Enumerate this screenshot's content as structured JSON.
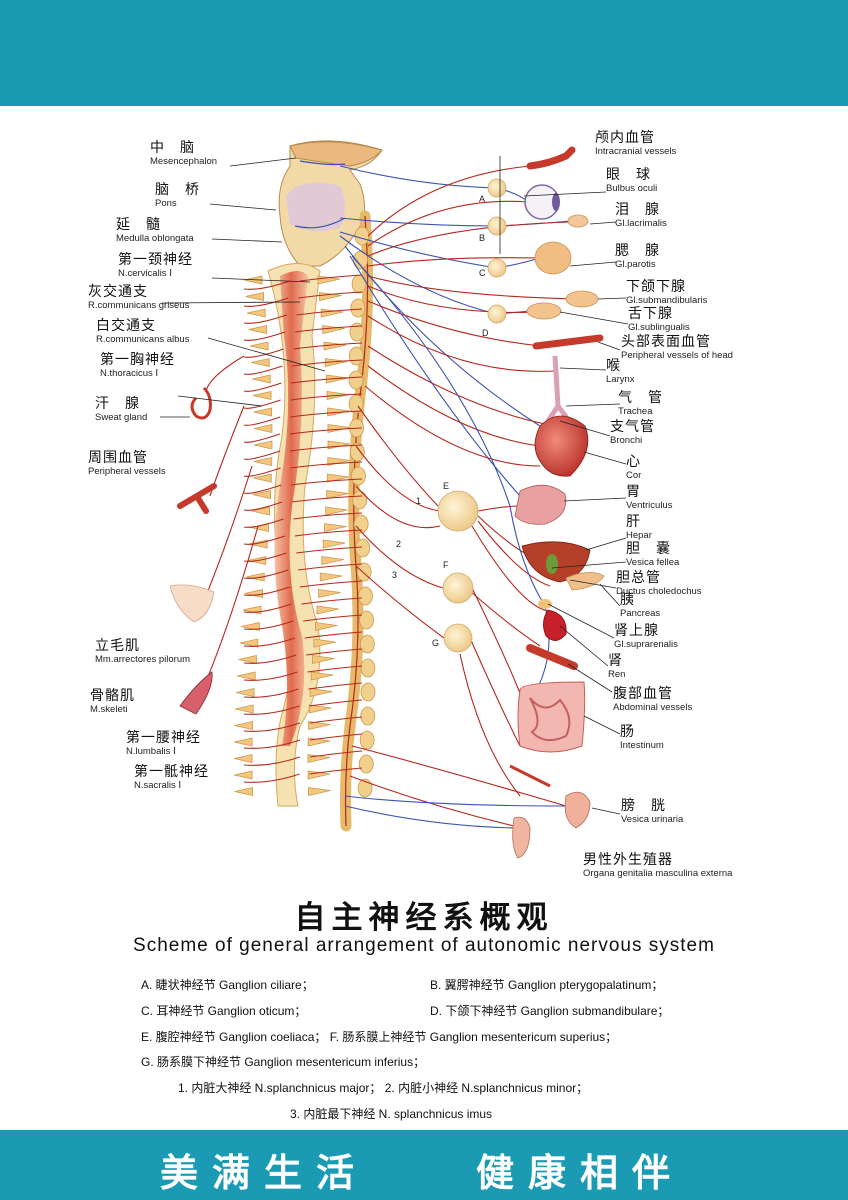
{
  "banner": {
    "slogan_left": "美满生活",
    "slogan_right": "健康相伴"
  },
  "title": {
    "cn": "自主神经系概观",
    "en": "Scheme of general arrangement of autonomic nervous system"
  },
  "ganglion_markers": [
    "A",
    "B",
    "C",
    "D",
    "E",
    "F",
    "G"
  ],
  "nerve_markers": [
    "1",
    "2",
    "3"
  ],
  "left_labels": [
    {
      "cn": "中　脑",
      "la": "Mesencephalon"
    },
    {
      "cn": "脑　桥",
      "la": "Pons"
    },
    {
      "cn": "延　髓",
      "la": "Medulla oblongata"
    },
    {
      "cn": "第一颈神经",
      "la": "N.cervicalis Ⅰ"
    },
    {
      "cn": "灰交通支",
      "la": "R.communicans griseus"
    },
    {
      "cn": "白交通支",
      "la": "R.communicans albus"
    },
    {
      "cn": "第一胸神经",
      "la": "N.thoracicus Ⅰ"
    },
    {
      "cn": "汗　腺",
      "la": "Sweat gland"
    },
    {
      "cn": "周围血管",
      "la": "Peripheral vessels"
    },
    {
      "cn": "立毛肌",
      "la": "Mm.arrectores pilorum"
    },
    {
      "cn": "骨骼肌",
      "la": "M.skeleti"
    },
    {
      "cn": "第一腰神经",
      "la": "N.lumbalis Ⅰ"
    },
    {
      "cn": "第一骶神经",
      "la": "N.sacralis Ⅰ"
    }
  ],
  "right_labels": [
    {
      "cn": "颅内血管",
      "la": "Intracranial vessels"
    },
    {
      "cn": "眼　球",
      "la": "Bulbus oculi"
    },
    {
      "cn": "泪　腺",
      "la": "Gl.lacrimalis"
    },
    {
      "cn": "腮　腺",
      "la": "Gl.parotis"
    },
    {
      "cn": "下颌下腺",
      "la": "Gl.submandibularis"
    },
    {
      "cn": "舌下腺",
      "la": "Gl.sublingualis"
    },
    {
      "cn": "头部表面血管",
      "la": "Peripheral vessels of head"
    },
    {
      "cn": "喉",
      "la": "Larynx"
    },
    {
      "cn": "气　管",
      "la": "Trachea"
    },
    {
      "cn": "支气管",
      "la": "Bronchi"
    },
    {
      "cn": "心",
      "la": "Cor"
    },
    {
      "cn": "胃",
      "la": "Ventriculus"
    },
    {
      "cn": "肝",
      "la": "Hepar"
    },
    {
      "cn": "胆　囊",
      "la": "Vesica fellea"
    },
    {
      "cn": "胆总管",
      "la": "Ductus choledochus"
    },
    {
      "cn": "胰",
      "la": "Pancreas"
    },
    {
      "cn": "肾上腺",
      "la": "Gl.suprarenalis"
    },
    {
      "cn": "肾",
      "la": "Ren"
    },
    {
      "cn": "腹部血管",
      "la": "Abdominal vessels"
    },
    {
      "cn": "肠",
      "la": "Intestinum"
    },
    {
      "cn": "膀　胱",
      "la": "Vesica urinaria"
    },
    {
      "cn": "男性外生殖器",
      "la": "Organa genitalia masculina externa"
    }
  ],
  "legend": [
    "A. 睫状神经节  Ganglion ciliare；",
    "B. 翼腭神经节   Ganglion pterygopalatinum；",
    "C. 耳神经节  Ganglion oticum；",
    "D. 下颌下神经节  Ganglion submandibulare；",
    "E. 腹腔神经节  Ganglion coeliaca；  F. 肠系膜上神经节  Ganglion mesentericum superius；",
    "G. 肠系膜下神经节  Ganglion mesentericum inferius；",
    "1. 内脏大神经  N.splanchnicus major；   2. 内脏小神经  N.splanchnicus minor；",
    "3. 内脏最下神经   N. splanchnicus imus"
  ],
  "colors": {
    "banner": "#1b9bb3",
    "nerve_red": "#b5281c",
    "nerve_blue": "#3a53b0",
    "spinal_cord": "#e88a6a",
    "vertebra": "#f3c77d",
    "ganglion": "#f4d59a",
    "organ_red": "#c53a2a"
  }
}
